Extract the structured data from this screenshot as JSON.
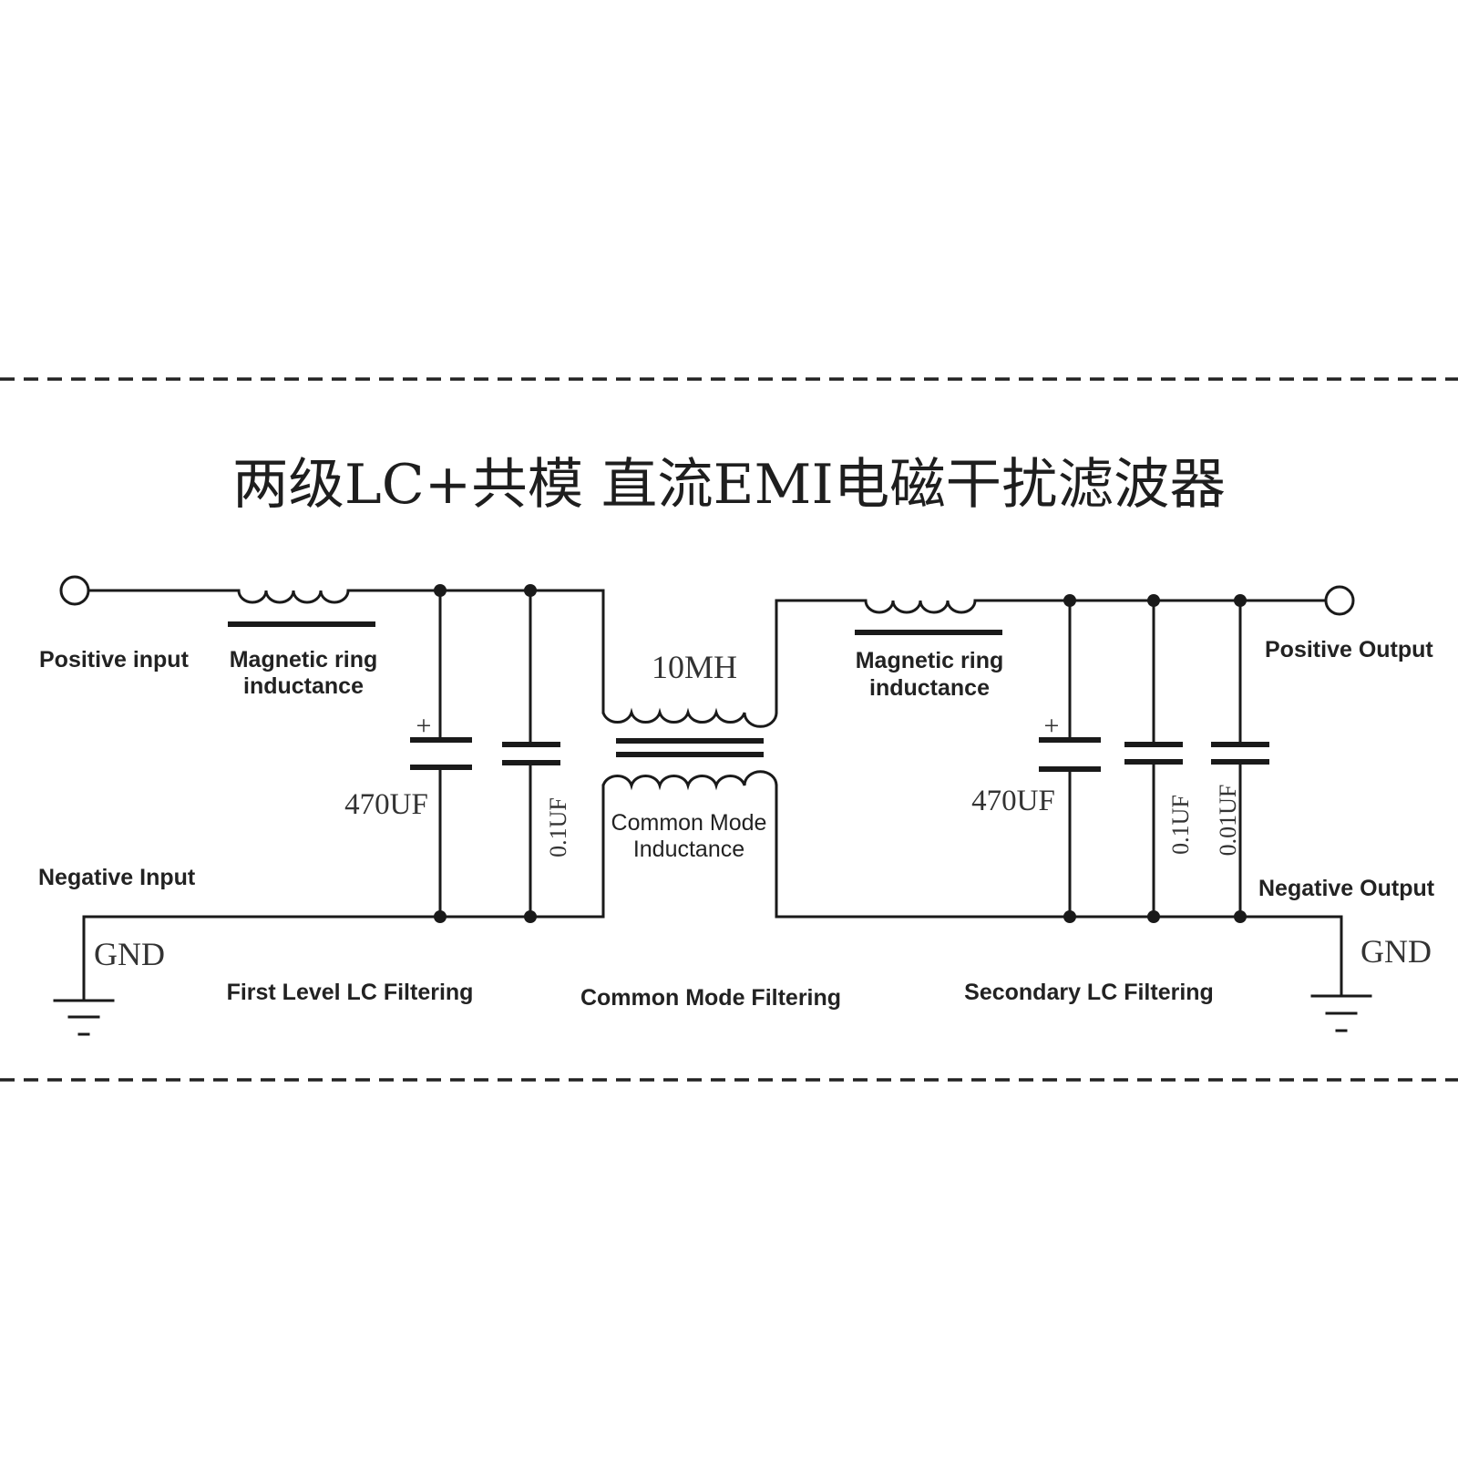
{
  "title": "两级LC+共模 直流EMI电磁干扰滤波器",
  "input": {
    "positive": "Positive input",
    "negative": "Negative Input",
    "gnd": "GND"
  },
  "output": {
    "positive": "Positive Output",
    "negative": "Negative Output",
    "gnd": "GND"
  },
  "stage1": {
    "inductor_line1": "Magnetic ring",
    "inductor_line2": "inductance",
    "cap_electrolytic": "470UF",
    "cap_electrolytic_polarity": "+",
    "cap_ceramic": "0.1UF",
    "section_label": "First Level LC Filtering"
  },
  "common_mode": {
    "value": "10MH",
    "label_line1": "Common Mode",
    "label_line2": "Inductance",
    "section_label": "Common Mode Filtering"
  },
  "stage2": {
    "inductor_line1": "Magnetic ring",
    "inductor_line2": "inductance",
    "cap_electrolytic": "470UF",
    "cap_electrolytic_polarity": "+",
    "cap_ceramic_1": "0.1UF",
    "cap_ceramic_2": "0.01UF",
    "section_label": "Secondary LC Filtering"
  }
}
